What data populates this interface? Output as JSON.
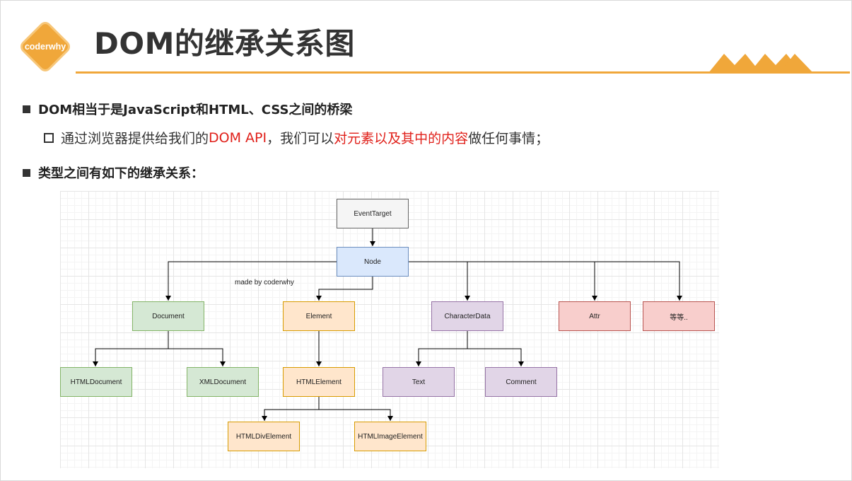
{
  "logo": {
    "text": "coderwhy"
  },
  "header": {
    "title": "DOM的继承关系图"
  },
  "bullets": {
    "b1": "DOM相当于是JavaScript和HTML、CSS之间的桥梁",
    "sub1": {
      "p1": "通过浏览器提供给我们的",
      "p2": "DOM API",
      "p3": "，我们可以",
      "p4": "对元素以及其中的内容",
      "p5": "做任何事情；"
    },
    "b2": "类型之间有如下的继承关系："
  },
  "diagram": {
    "made_by": "made by coderwhy",
    "nodes": {
      "eventtarget": "EventTarget",
      "node": "Node",
      "document": "Document",
      "element": "Element",
      "characterdata": "CharacterData",
      "attr": "Attr",
      "etc": "等等..",
      "htmldocument": "HTMLDocument",
      "xmldocument": "XMLDocument",
      "htmlelement": "HTMLElement",
      "text": "Text",
      "comment": "Comment",
      "htmldivelement": "HTMLDivElement",
      "htmlimageelement": "HTMLImageElement"
    }
  },
  "colors": {
    "accent": "#f0a73a",
    "highlight": "#e0201a"
  }
}
